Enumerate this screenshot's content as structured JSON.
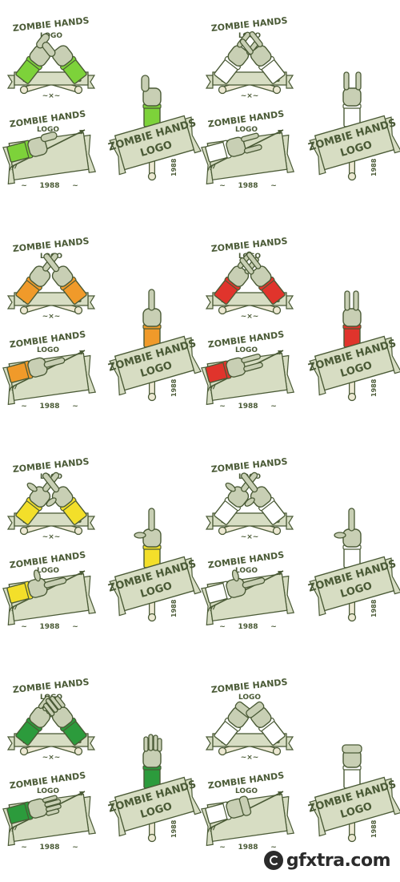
{
  "text": {
    "title": "ZOMBIE HANDS",
    "logo": "LOGO",
    "year": "1988",
    "year_left": "19",
    "year_right": "88",
    "vertical_year": "1988"
  },
  "watermark": {
    "text": "gfxtra.com",
    "icon": "gfxtra-logo-icon"
  },
  "colors": {
    "outline": "#4a5a36",
    "ribbon": "#d7ddc3",
    "skin": "#c8cfb4",
    "bone": "#ece8d2",
    "green_light": "#7dd23a",
    "orange": "#f09a2a",
    "red": "#e0342c",
    "yellow": "#f3df2a",
    "green_dark": "#2c9b3c",
    "outline_only": "#ffffff"
  },
  "rows": [
    {
      "row": 1,
      "left_sleeve": "green_light",
      "right_sleeve": "outline_only",
      "left_gesture": "thumbs-up",
      "right_gesture": "rock-horns"
    },
    {
      "row": 2,
      "left_sleeve": "orange",
      "right_sleeve": "red",
      "left_gesture": "pointing-finger",
      "right_gesture": "peace-sign"
    },
    {
      "row": 3,
      "left_sleeve": "yellow",
      "right_sleeve": "outline_only",
      "left_gesture": "l-sign",
      "right_gesture": "l-sign"
    },
    {
      "row": 4,
      "left_sleeve": "green_dark",
      "right_sleeve": "outline_only",
      "left_gesture": "open-palm",
      "right_gesture": "fist"
    }
  ]
}
